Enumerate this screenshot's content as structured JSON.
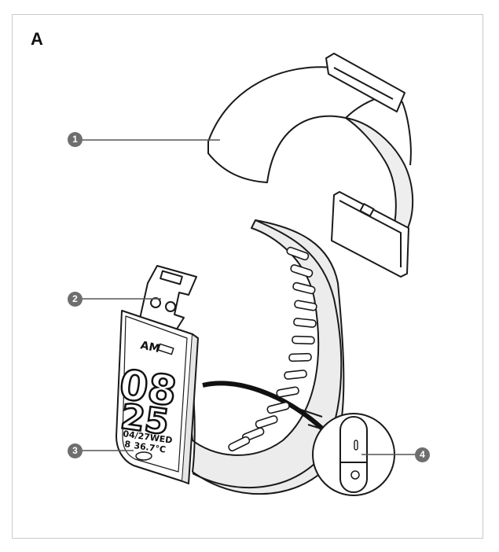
{
  "panel": {
    "label": "A"
  },
  "callouts": [
    "1",
    "2",
    "3",
    "4"
  ],
  "display": {
    "ampm": "AM",
    "hour": "08",
    "minute": "25",
    "date": "04/27WED",
    "steps_icon": "8",
    "temperature": "36.7°C"
  },
  "colors": {
    "callout_fill": "#6e6e6e",
    "line": "#1a1a1a",
    "band_shade": "#e4e4e4"
  }
}
